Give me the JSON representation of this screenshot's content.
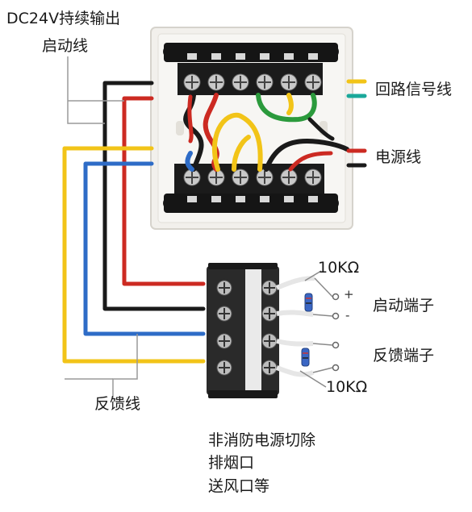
{
  "labels": {
    "dc24v_output": "DC24V持续输出",
    "start_line": "启动线",
    "loop_signal_line": "回路信号线",
    "power_line": "电源线",
    "start_terminal": "启动端子",
    "feedback_terminal": "反馈端子",
    "feedback_line": "反馈线",
    "resistor_top": "10KΩ",
    "resistor_bottom": "10KΩ",
    "plus": "+",
    "minus": "-",
    "note_line1": "非消防电源切除",
    "note_line2": "排烟口",
    "note_line3": "送风口等"
  },
  "colors": {
    "yellow": "#f2c418",
    "red": "#cc2a22",
    "black": "#1a1a1a",
    "blue": "#2e6cc7",
    "green": "#2b9a3c",
    "teal": "#1aa89a",
    "module_body": "#f4f2ee",
    "terminal_block": "#111111"
  }
}
